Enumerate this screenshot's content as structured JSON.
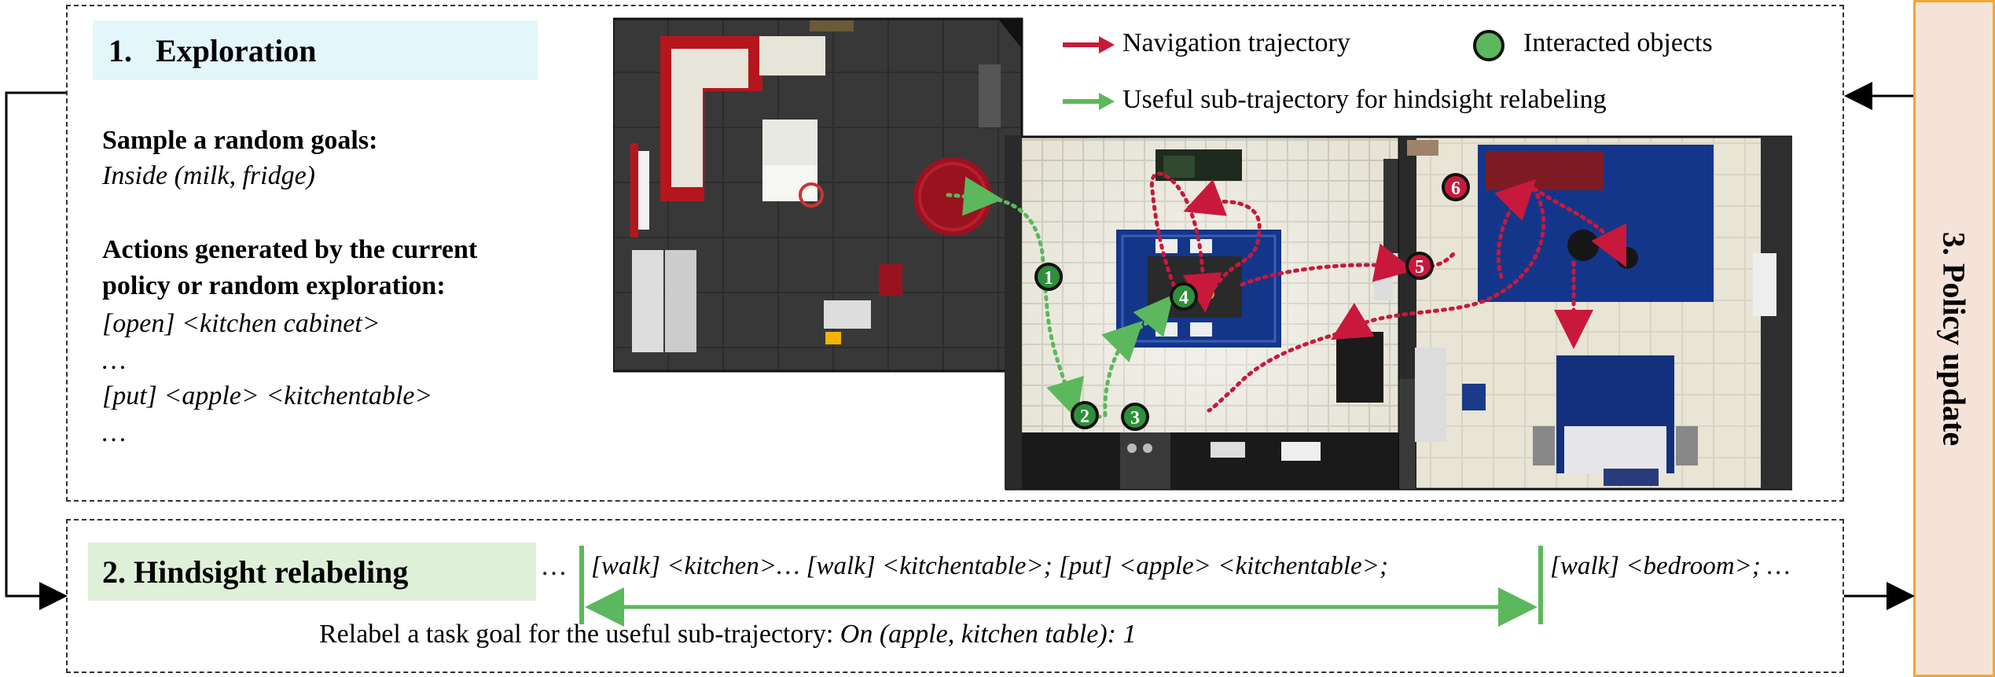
{
  "exploration": {
    "header": "1.   Exploration",
    "sample_goal_heading": "Sample a random goals:",
    "sample_goal_value": "Inside (milk, fridge)",
    "actions_heading_line1": "Actions generated by the current",
    "actions_heading_line2": "policy or random exploration:",
    "action_lines": [
      "[open] <kitchen cabinet>",
      "…",
      "[put] <apple> <kitchentable>",
      "…"
    ]
  },
  "legend": {
    "navigation": "Navigation trajectory",
    "interacted": "Interacted objects",
    "useful": "Useful sub-trajectory for hindsight relabeling"
  },
  "markers": [
    "1",
    "2",
    "3",
    "4",
    "5",
    "6"
  ],
  "relabel": {
    "header": "2. Hindsight relabeling",
    "ellipsis_left": "…",
    "sequence": "[walk] <kitchen>… [walk] <kitchentable>; [put] <apple> <kitchentable>;",
    "sequence_right": "[walk] <bedroom>; …",
    "caption_plain": "Relabel a task goal for the useful sub-trajectory:",
    "caption_goal": "On (apple, kitchen table): 1"
  },
  "policy": {
    "label": "3. Policy update"
  },
  "colors": {
    "nav_red": "#c8193c",
    "useful_green": "#5cb85c",
    "explore_header_bg": "#e3f6fb",
    "relabel_header_bg": "#dff0d8",
    "policy_bg": "#f5e3da",
    "policy_border": "#f0a830"
  }
}
